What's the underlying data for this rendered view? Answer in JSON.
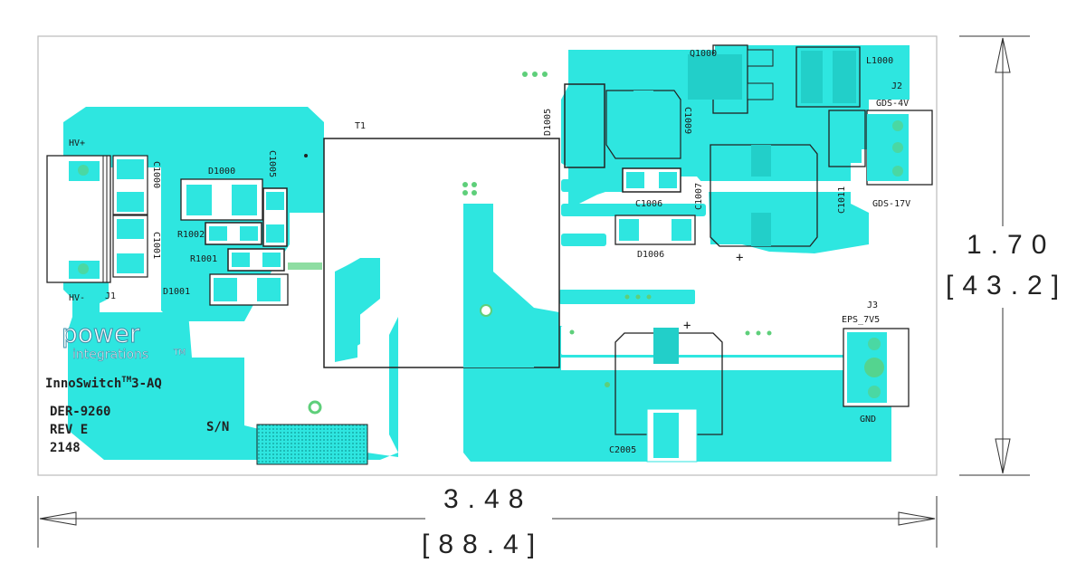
{
  "colors": {
    "copper": "#2ee6e0",
    "copper_dark": "#22cfc9",
    "outline": "#222222",
    "pad_green": "#5ecf7a",
    "silk_text": "#1a1a1a"
  },
  "board": {
    "labels": {
      "hv_plus": "HV+",
      "hv_minus": "HV-",
      "j1": "J1",
      "c1000": "C1000",
      "c1001": "C1001",
      "d1000": "D1000",
      "c1005": "C1005",
      "r1002": "R1002",
      "r1001": "R1001",
      "d1001": "D1001",
      "t1": "T1",
      "q1000": "Q1000",
      "l1000": "L1000",
      "d1005": "D1005",
      "c1009": "C1009",
      "c1006": "C1006",
      "c1007": "C1007",
      "d1006": "D1006",
      "j2": "J2",
      "gds_4v": "GDS-4V",
      "gds_17v": "GDS-17V",
      "c1011": "C1011",
      "j3": "J3",
      "eps_7v5": "EPS_7V5",
      "gnd": "GND",
      "c2005": "C2005",
      "plus": "+"
    },
    "logo": {
      "power": "power",
      "integrations": "integrations",
      "tm": "TM"
    },
    "marking": {
      "product": "InnoSwitch",
      "product_tm": "TM",
      "product_suffix": "3-AQ",
      "der": "DER-9260",
      "rev": "REV E",
      "date": "2148",
      "sn": "S/N"
    }
  },
  "dimensions": {
    "height_in": "1.70",
    "height_mm": "[43.2]",
    "width_in": "3.48",
    "width_mm": "[88.4]"
  }
}
